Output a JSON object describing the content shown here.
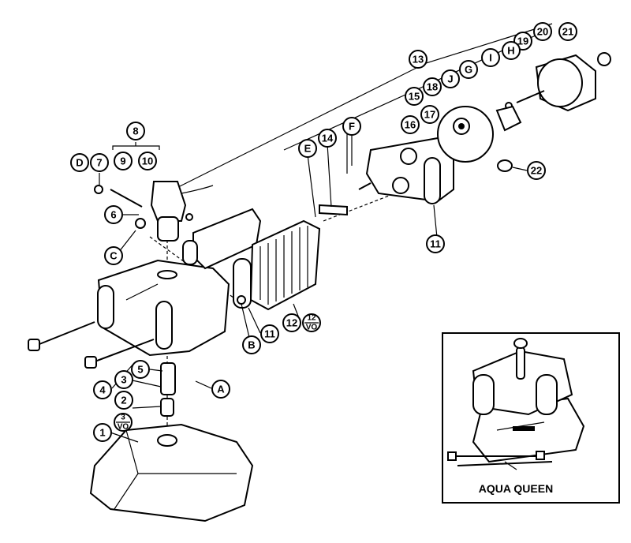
{
  "diagram": {
    "callouts": [
      "1",
      "2",
      "3",
      "4",
      "5",
      "6",
      "7",
      "8",
      "9",
      "10",
      "11",
      "12",
      "13",
      "14",
      "15",
      "16",
      "17",
      "18",
      "19",
      "20",
      "21",
      "22",
      "A",
      "B",
      "C",
      "D",
      "E",
      "F",
      "G",
      "H",
      "I",
      "J"
    ],
    "fractions": {
      "part_1": {
        "num": "3",
        "den": "VO"
      },
      "part_12": {
        "num": "12",
        "den": "VO"
      }
    },
    "inset_caption": "AQUA QUEEN"
  }
}
